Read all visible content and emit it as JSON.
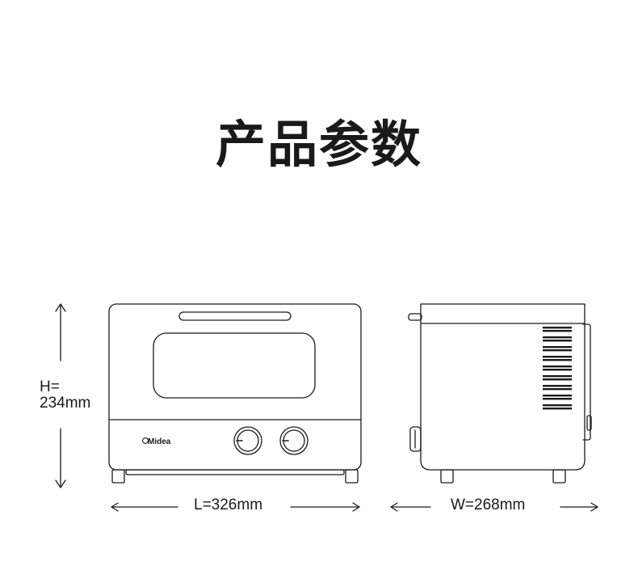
{
  "page": {
    "title": "产品参数"
  },
  "brand": {
    "logo_text": "Midea"
  },
  "dimensions": {
    "height_label_line1": "H=",
    "height_label_line2": "234mm",
    "length_label": "L=326mm",
    "width_label": "W=268mm"
  },
  "colors": {
    "stroke": "#1a1a1a",
    "background": "#ffffff"
  }
}
